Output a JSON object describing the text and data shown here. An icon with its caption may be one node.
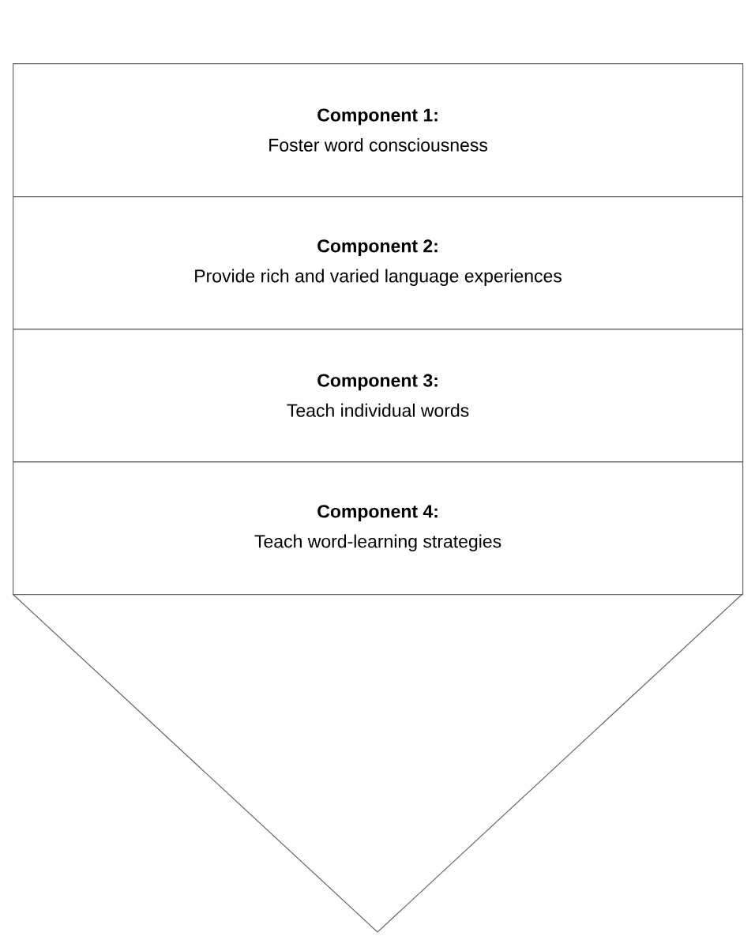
{
  "diagram": {
    "nodes": [
      {
        "text": [
          "Component 1:",
          "Foster word consciousness"
        ]
      },
      {
        "text": [
          "Component 2:",
          "Provide rich and varied language experiences"
        ]
      },
      {
        "text": [
          "Component 3:",
          "Teach individual words"
        ]
      },
      {
        "text": [
          "Component 4:",
          "Teach word-learning strategies"
        ]
      },
      {
        "text": [],
        "shape": "triangle"
      }
    ]
  }
}
